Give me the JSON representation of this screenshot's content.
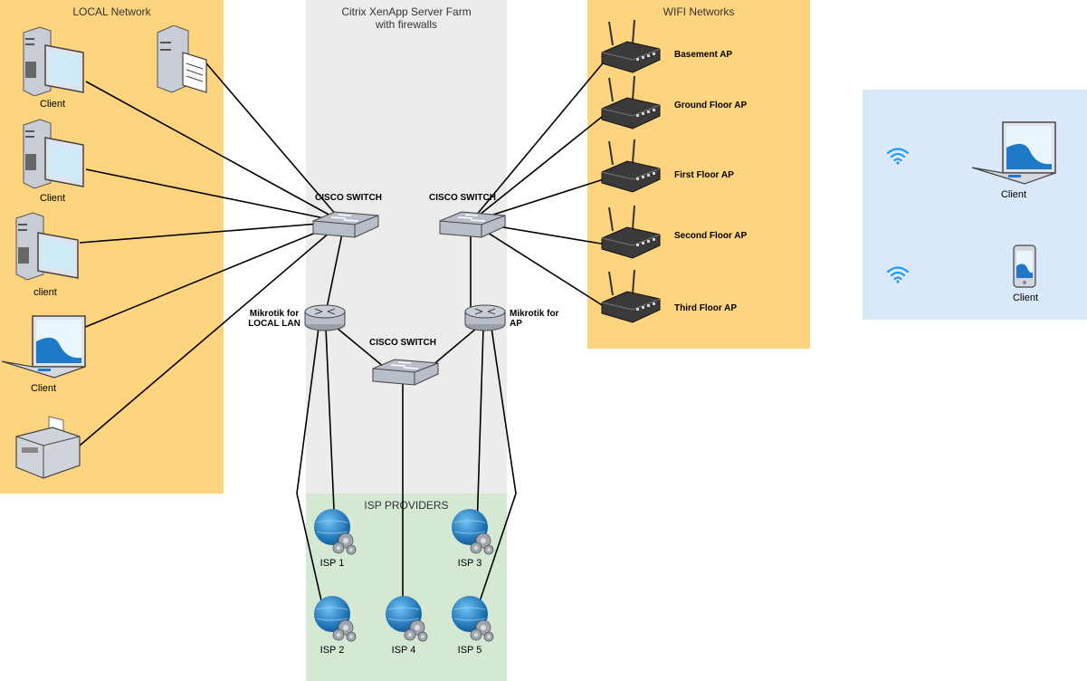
{
  "zones": {
    "local": {
      "title": "LOCAL Network",
      "color": "#ffd47f"
    },
    "farm": {
      "title_line1": "Citrix XenApp Server Farm",
      "title_line2": "with firewalls",
      "color": "#ececec"
    },
    "wifi": {
      "title": "WIFI Networks",
      "color": "#ffd47f"
    },
    "isp": {
      "title": "ISP PROVIDERS",
      "color": "#d5e8d4"
    },
    "wireless_clients": {
      "color": "#dae8fc"
    }
  },
  "local_devices": {
    "client1": "Client",
    "client2": "Client",
    "client3": "client",
    "client4": "Client"
  },
  "switches": {
    "left": "CISCO SWITCH",
    "right": "CISCO SWITCH",
    "center": "CISCO SWITCH"
  },
  "routers": {
    "left": "Mikrotik for\nLOCAL LAN",
    "right": "Mikrotik for\nAP"
  },
  "access_points": [
    "Basement AP",
    "Ground Floor AP",
    "First Floor AP",
    "Second Floor AP",
    "Third Floor AP"
  ],
  "isps": [
    "ISP 1",
    "ISP 2",
    "ISP 3",
    "ISP 4",
    "ISP 5"
  ],
  "wireless_clients": {
    "laptop": "Client",
    "phone": "Client"
  },
  "colors": {
    "wire": "#000000",
    "device_blue": "#1f78c8",
    "wifi_icon": "#2196f3"
  }
}
